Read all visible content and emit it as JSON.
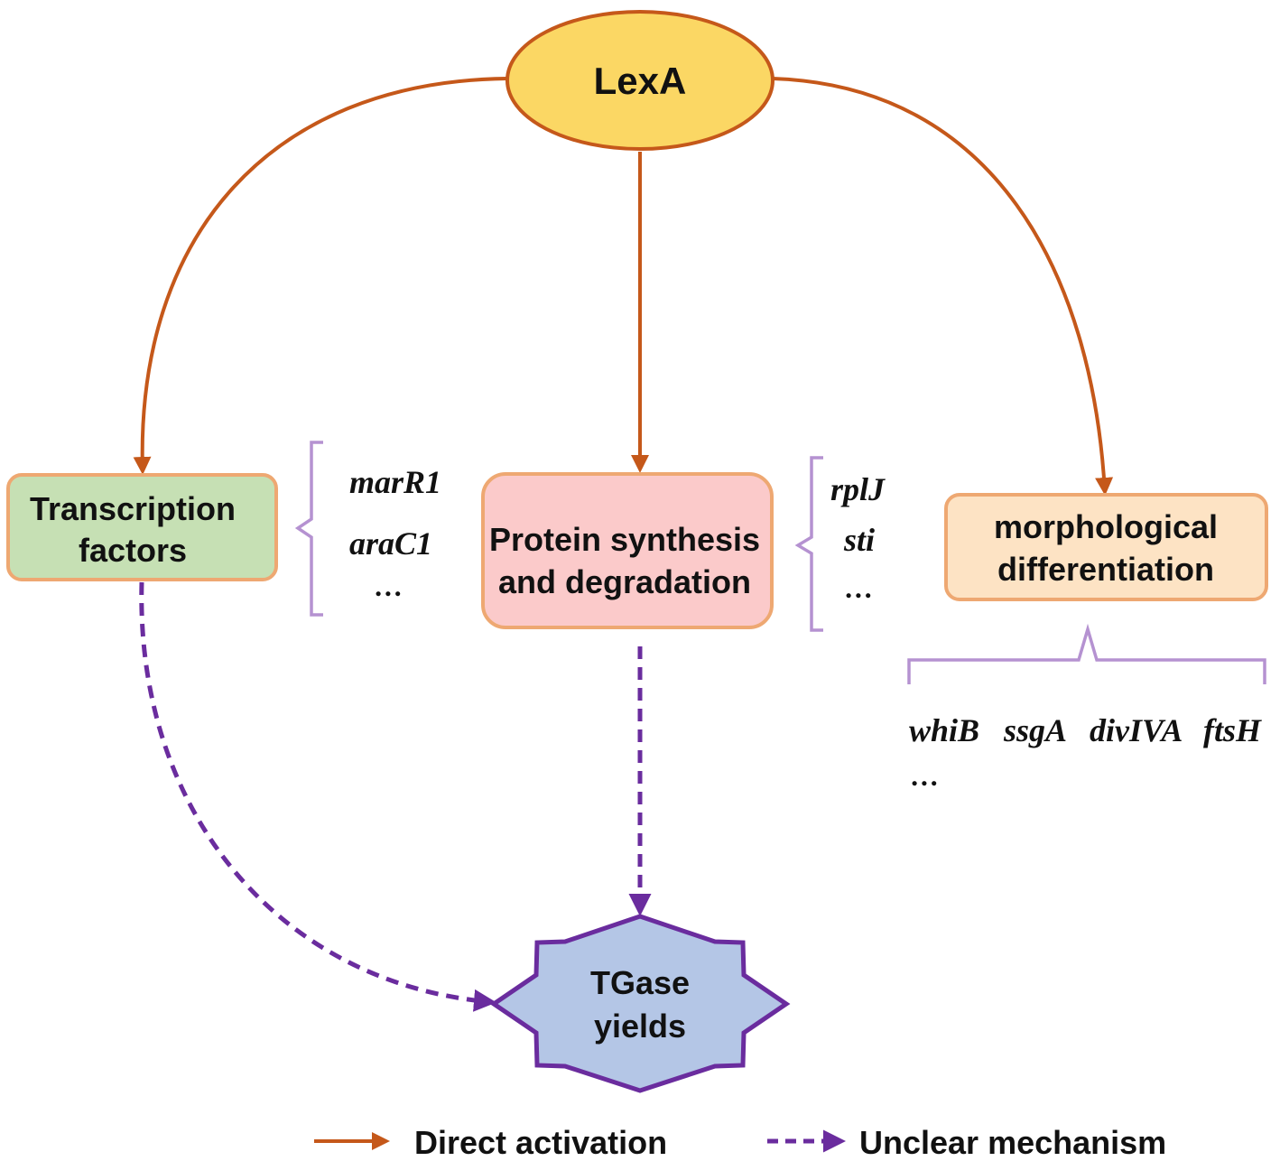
{
  "colors": {
    "direct_arrow": "#c5581a",
    "unclear_arrow": "#6a2c9e",
    "bracket": "#b592d1",
    "lexa_fill": "#fbd764",
    "lexa_stroke": "#c5581a",
    "box_stroke": "#eea872",
    "tf_fill": "#c6e0b4",
    "protein_fill": "#fbcaca",
    "morph_fill": "#fde3c4",
    "tgase_fill": "#b4c6e6",
    "tgase_stroke": "#6a2c9e"
  },
  "nodes": {
    "lexa": {
      "label": "LexA"
    },
    "transcription_factors": {
      "line1": "Transcription",
      "line2": "factors"
    },
    "protein": {
      "line1": "Protein synthesis",
      "line2": "and degradation"
    },
    "morphological": {
      "line1": "morphological",
      "line2": "differentiation"
    },
    "tgase": {
      "line1": "TGase",
      "line2": "yields"
    }
  },
  "gene_groups": {
    "transcription_factors": {
      "genes": [
        "marR1",
        "araC1"
      ],
      "more": "…"
    },
    "protein": {
      "genes": [
        "rplJ",
        "sti"
      ],
      "more": "…"
    },
    "morphological": {
      "genes": [
        "whiB",
        "ssgA",
        "divIVA",
        "ftsH"
      ],
      "more": "…"
    }
  },
  "legend": {
    "direct": "Direct activation",
    "unclear": "Unclear mechanism"
  }
}
